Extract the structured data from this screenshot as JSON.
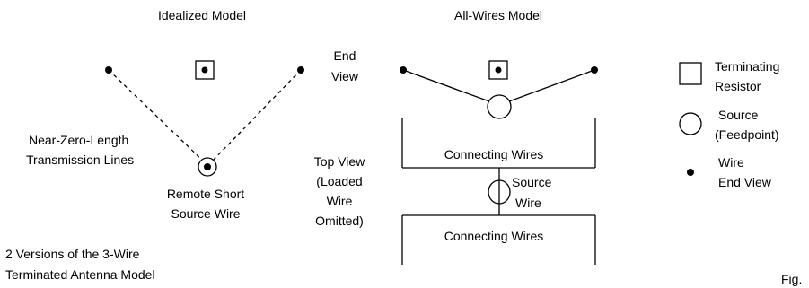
{
  "idealized": {
    "title": "Idealized Model",
    "tl_label_1": "Near-Zero-Length",
    "tl_label_2": "Transmission Lines",
    "remote_label_1": "Remote Short",
    "remote_label_2": "Source Wire"
  },
  "end_view": {
    "label_1": "End",
    "label_2": "View"
  },
  "all_wires": {
    "title": "All-Wires Model",
    "connecting_top": "Connecting Wires",
    "connecting_bottom": "Connecting Wires",
    "source_1": "Source",
    "source_2": "Wire"
  },
  "top_view": {
    "label_1": "Top View",
    "label_2": "(Loaded",
    "label_3": "Wire",
    "label_4": "Omitted)"
  },
  "legend": {
    "resistor_1": "Terminating",
    "resistor_2": "Resistor",
    "source_1": "Source",
    "source_2": "(Feedpoint)",
    "wire_1": "Wire",
    "wire_2": "End View"
  },
  "caption": {
    "line_1": "2 Versions of the 3-Wire",
    "line_2": "Terminated Antenna Model"
  },
  "fig_label": "Fig."
}
